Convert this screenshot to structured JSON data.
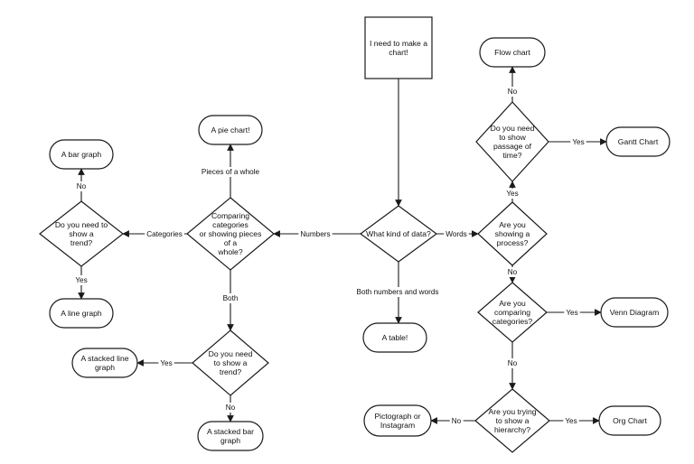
{
  "nodes": [
    {
      "id": "start",
      "lines": [
        "I need to make a",
        "chart!"
      ]
    },
    {
      "id": "kind",
      "lines": [
        "What kind of data?"
      ]
    },
    {
      "id": "compare",
      "lines": [
        "Comparing",
        "categories",
        "or showing pieces",
        "of a",
        "whole?"
      ]
    },
    {
      "id": "pie",
      "lines": [
        "A pie chart!"
      ]
    },
    {
      "id": "trend1",
      "lines": [
        "Do you need to",
        "show a",
        "trend?"
      ]
    },
    {
      "id": "bar",
      "lines": [
        "A bar graph"
      ]
    },
    {
      "id": "line",
      "lines": [
        "A line graph"
      ]
    },
    {
      "id": "trend2",
      "lines": [
        "Do you need",
        "to show a",
        "trend?"
      ]
    },
    {
      "id": "stackedline",
      "lines": [
        "A stacked line",
        "graph"
      ]
    },
    {
      "id": "stackedbar",
      "lines": [
        "A stacked bar",
        "graph"
      ]
    },
    {
      "id": "table",
      "lines": [
        "A table!"
      ]
    },
    {
      "id": "process",
      "lines": [
        "Are you",
        "showing a",
        "process?"
      ]
    },
    {
      "id": "time",
      "lines": [
        "Do you need",
        "to show",
        "passage of",
        "time?"
      ]
    },
    {
      "id": "flow",
      "lines": [
        "Flow chart"
      ]
    },
    {
      "id": "gantt",
      "lines": [
        "Gantt Chart"
      ]
    },
    {
      "id": "compcat",
      "lines": [
        "Are you",
        "comparing",
        "categories?"
      ]
    },
    {
      "id": "venn",
      "lines": [
        "Venn Diagram"
      ]
    },
    {
      "id": "hier",
      "lines": [
        "Are you trying",
        "to show a",
        "hierarchy?"
      ]
    },
    {
      "id": "org",
      "lines": [
        "Org Chart"
      ]
    },
    {
      "id": "picto",
      "lines": [
        "Pictograph or",
        "Instagram"
      ]
    }
  ],
  "edges": [
    {
      "id": "e-start-kind",
      "from": "start",
      "to": "kind",
      "label": ""
    },
    {
      "id": "e-kind-compare",
      "from": "kind",
      "to": "compare",
      "label": "Numbers"
    },
    {
      "id": "e-kind-table",
      "from": "kind",
      "to": "table",
      "label": "Both numbers and words"
    },
    {
      "id": "e-kind-process",
      "from": "kind",
      "to": "process",
      "label": "Words"
    },
    {
      "id": "e-compare-pie",
      "from": "compare",
      "to": "pie",
      "label": "Pieces of a whole"
    },
    {
      "id": "e-compare-trend1",
      "from": "compare",
      "to": "trend1",
      "label": "Categories"
    },
    {
      "id": "e-compare-trend2",
      "from": "compare",
      "to": "trend2",
      "label": "Both"
    },
    {
      "id": "e-trend1-bar",
      "from": "trend1",
      "to": "bar",
      "label": "No"
    },
    {
      "id": "e-trend1-line",
      "from": "trend1",
      "to": "line",
      "label": "Yes"
    },
    {
      "id": "e-trend2-stackedline",
      "from": "trend2",
      "to": "stackedline",
      "label": "Yes"
    },
    {
      "id": "e-trend2-stackedbar",
      "from": "trend2",
      "to": "stackedbar",
      "label": "No"
    },
    {
      "id": "e-process-time",
      "from": "process",
      "to": "time",
      "label": "Yes"
    },
    {
      "id": "e-process-compcat",
      "from": "process",
      "to": "compcat",
      "label": "No"
    },
    {
      "id": "e-time-flow",
      "from": "time",
      "to": "flow",
      "label": "No"
    },
    {
      "id": "e-time-gantt",
      "from": "time",
      "to": "gantt",
      "label": "Yes"
    },
    {
      "id": "e-compcat-venn",
      "from": "compcat",
      "to": "venn",
      "label": "Yes"
    },
    {
      "id": "e-compcat-hier",
      "from": "compcat",
      "to": "hier",
      "label": "No"
    },
    {
      "id": "e-hier-org",
      "from": "hier",
      "to": "org",
      "label": "Yes"
    },
    {
      "id": "e-hier-picto",
      "from": "hier",
      "to": "picto",
      "label": "No"
    }
  ]
}
